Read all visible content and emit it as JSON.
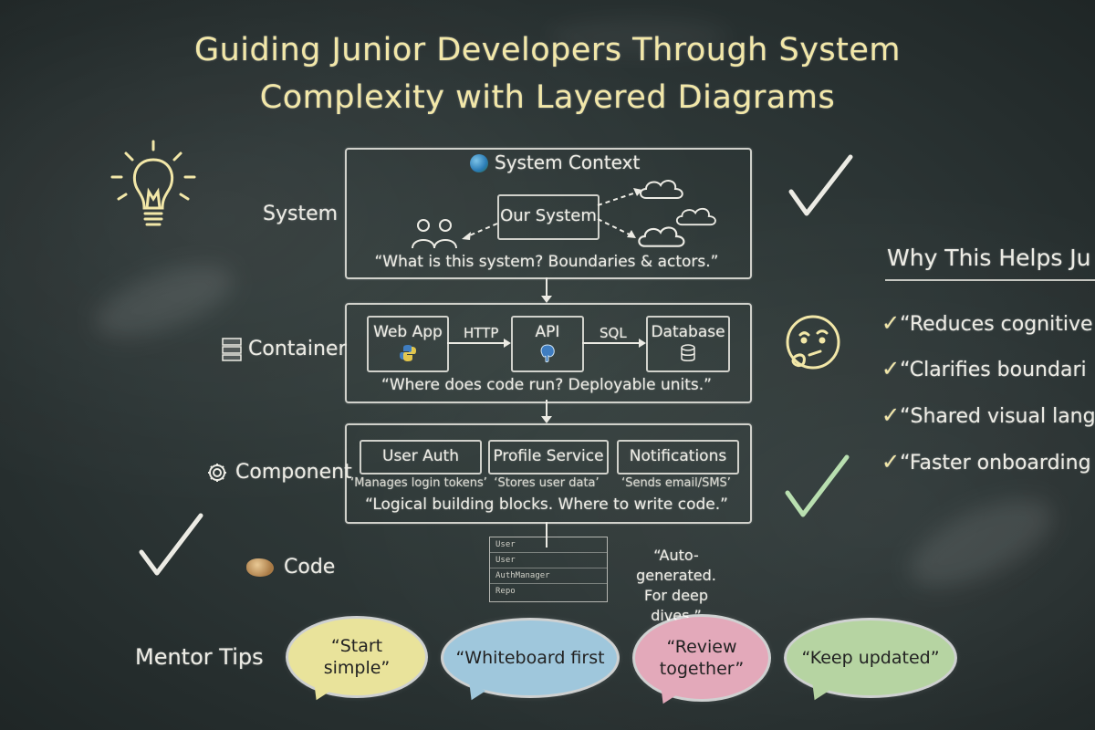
{
  "title": {
    "line1": "Guiding Junior Developers Through System",
    "line2": "Complexity with Layered Diagrams"
  },
  "layers": {
    "system": {
      "label": "System",
      "heading": "System Context",
      "center": "Our System",
      "quote": "“What is this system? Boundaries & actors.”"
    },
    "container": {
      "label": "Container",
      "web_app": "Web App",
      "http": "HTTP",
      "api": "API",
      "sql": "SQL",
      "database": "Database",
      "quote": "“Where does code run? Deployable units.”"
    },
    "component": {
      "label": "Component",
      "boxes": [
        {
          "name": "User Auth",
          "note": "‘Manages login tokens’"
        },
        {
          "name": "Profile Service",
          "note": "‘Stores user data’"
        },
        {
          "name": "Notifications",
          "note": "‘Sends email/SMS’"
        }
      ],
      "quote": "“Logical building blocks. Where to write code.”"
    },
    "code": {
      "label": "Code",
      "rows": [
        "User",
        "User",
        "AuthManager",
        "Repo"
      ],
      "note_line1": "“Auto-generated.",
      "note_line2": "For deep dives.”"
    }
  },
  "why": {
    "heading": "Why This Helps Ju",
    "items": [
      "“Reduces cognitive",
      "“Clarifies boundari",
      "“Shared visual lang",
      "“Faster onboarding"
    ]
  },
  "mentor": {
    "label": "Mentor Tips",
    "tips": [
      {
        "text": "“Start simple”",
        "color": "#e9e39b"
      },
      {
        "text": "“Whiteboard first",
        "color": "#9fc7dc"
      },
      {
        "text": "“Review together”",
        "color": "#e3a9ba"
      },
      {
        "text": "“Keep updated”",
        "color": "#b6d4a2"
      }
    ]
  },
  "colors": {
    "chalk": "#ecebe4",
    "title": "#f2e7a8",
    "check_green": "#b9dfb0"
  },
  "icons": [
    "lightbulb-icon",
    "globe-icon",
    "users-icon",
    "cloud-icon",
    "server-icon",
    "gear-icon",
    "code-icon",
    "thinking-face-icon",
    "checkmark-icon",
    "python-icon",
    "postgres-icon",
    "database-icon"
  ]
}
